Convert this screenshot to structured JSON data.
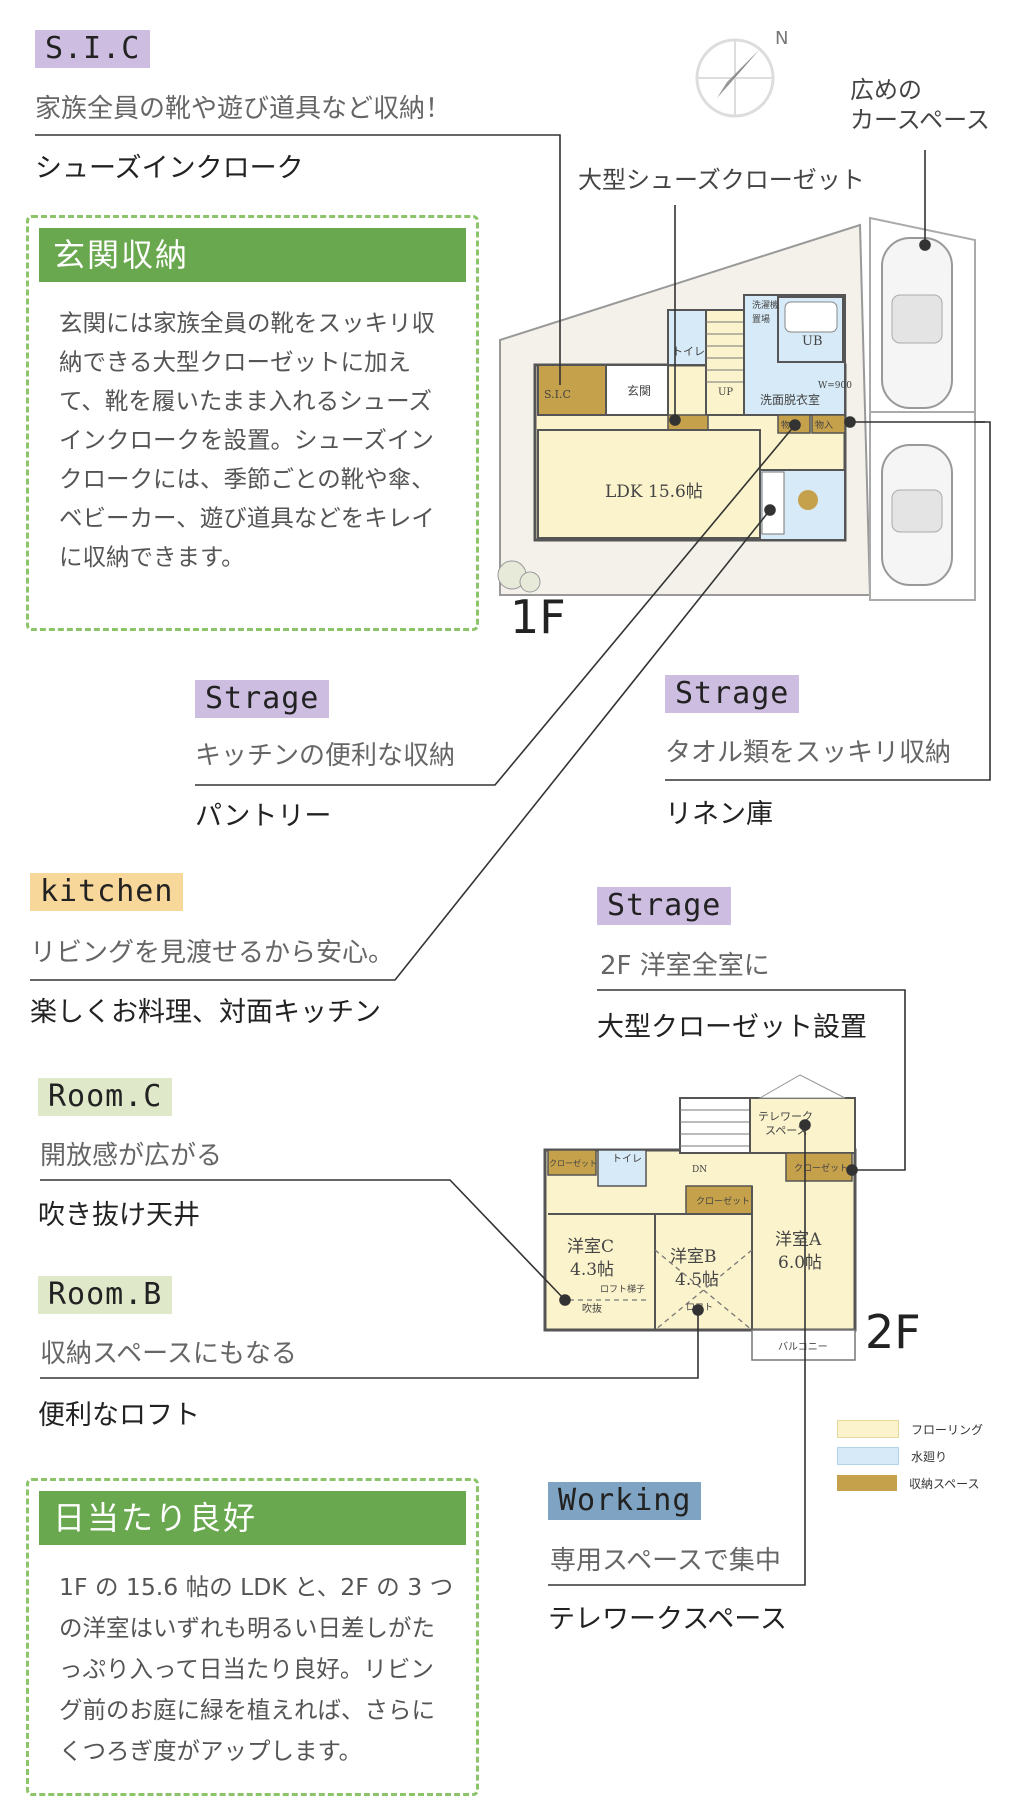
{
  "sic": {
    "tag": "S.I.C",
    "sub": "家族全員の靴や遊び道具など収納！",
    "head": "シューズインクローク"
  },
  "genkan_box": {
    "title": "玄関収納",
    "body": "玄関には家族全員の靴をスッキリ収納できる大型クローゼットに加えて、靴を履いたまま入れるシューズインクロークを設置。シューズインクロークには、季節ごとの靴や傘、ベビーカー、遊び道具などをキレイに収納できます。"
  },
  "callouts": {
    "big_shoe_closet": "大型シューズクローゼット",
    "car_space": "広めの\nカースペース"
  },
  "floor1": {
    "label": "1F",
    "rooms": {
      "sic": "S.I.C",
      "genkan": "玄関",
      "toilet": "トイレ",
      "ub": "UB",
      "senmen": "洗面脱衣室",
      "sentaku": "洗濯機",
      "shoki": "置場",
      "up": "UP",
      "ldk": "LDK 15.6帖",
      "monoire1": "物入",
      "monoire2": "物入",
      "wdim": "W=900"
    }
  },
  "pantry": {
    "tag": "Strage",
    "sub": "キッチンの便利な収納",
    "head": "パントリー"
  },
  "linen": {
    "tag": "Strage",
    "sub": "タオル類をスッキリ収納",
    "head": "リネン庫"
  },
  "kitchen": {
    "tag": "kitchen",
    "sub": "リビングを見渡せるから安心。",
    "head": "楽しくお料理、対面キッチン"
  },
  "closet2f": {
    "tag": "Strage",
    "sub": "2F 洋室全室に",
    "head": "大型クローゼット設置"
  },
  "room_c": {
    "tag": "Room.C",
    "sub": "開放感が広がる",
    "head": "吹き抜け天井"
  },
  "room_b": {
    "tag": "Room.B",
    "sub": "収納スペースにもなる",
    "head": "便利なロフト"
  },
  "floor2": {
    "label": "2F",
    "rooms": {
      "telework1": "テレワーク",
      "telework2": "スペース",
      "toilet": "トイレ",
      "dn": "DN",
      "closet_a": "クローゼット",
      "closet_b": "クローゼット",
      "closet_c": "クローゼット",
      "room_c": "洋室C",
      "room_c_size": "4.3帖",
      "room_b": "洋室B",
      "room_b_size": "4.5帖",
      "room_a": "洋室A",
      "room_a_size": "6.0帖",
      "loft_ladder": "ロフト梯子",
      "fukinuke": "吹抜",
      "loft": "ロフト",
      "balcony": "バルコニー"
    }
  },
  "legend": {
    "items": [
      {
        "label": "フローリング",
        "color": "#fbf3cc"
      },
      {
        "label": "水廻り",
        "color": "#d6eaf7"
      },
      {
        "label": "収納スペース",
        "color": "#c6a14b"
      }
    ]
  },
  "sunshine_box": {
    "title": "日当たり良好",
    "body": "1F の 15.6 帖の LDK と、2F の 3 つの洋室はいずれも明るい日差しがたっぷり入って日当たり良好。リビング前のお庭に緑を植えれば、さらにくつろぎ度がアップします。"
  },
  "working": {
    "tag": "Working",
    "sub": "専用スペースで集中",
    "head": "テレワークスペース"
  },
  "colors": {
    "purple_tag": "#cdbde0",
    "orange_tag": "#f8d79a",
    "green_tag": "#dfe8c9",
    "blue_tag": "#7fa3c3",
    "box_green": "#6aa84f",
    "floor": "#fbf3cc",
    "water": "#d6eaf7",
    "storage": "#c6a14b"
  },
  "compass": {
    "north_label": "N"
  }
}
